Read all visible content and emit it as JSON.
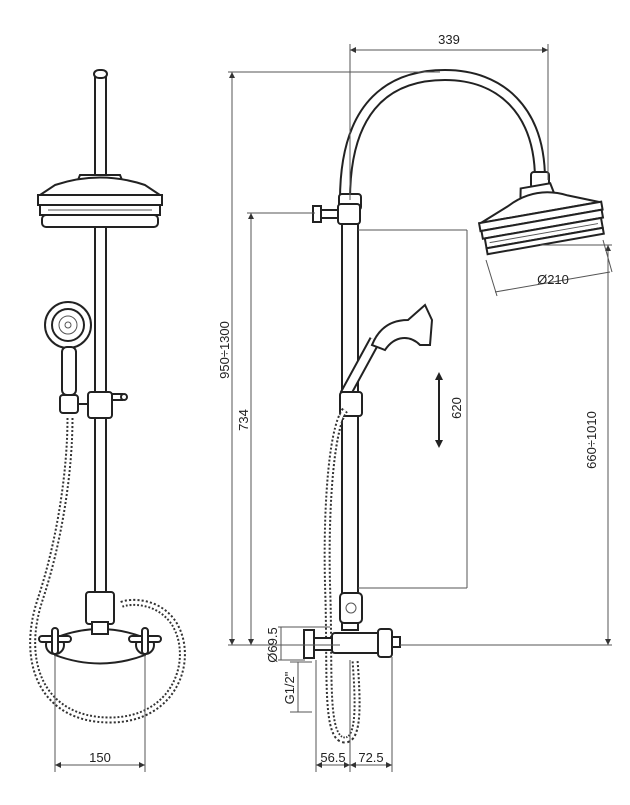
{
  "dimensions": {
    "overall_height_range": "950÷1300",
    "height_734": "734",
    "slide_bar_travel": "620",
    "head_height_range": "660÷1010",
    "arm_reach": "339",
    "head_diameter": "Ø210",
    "cover_diameter": "Ø69.5",
    "thread": "G1/2\"",
    "offset_56_5": "56.5",
    "offset_72_5": "72.5",
    "wall_spacing": "150"
  }
}
